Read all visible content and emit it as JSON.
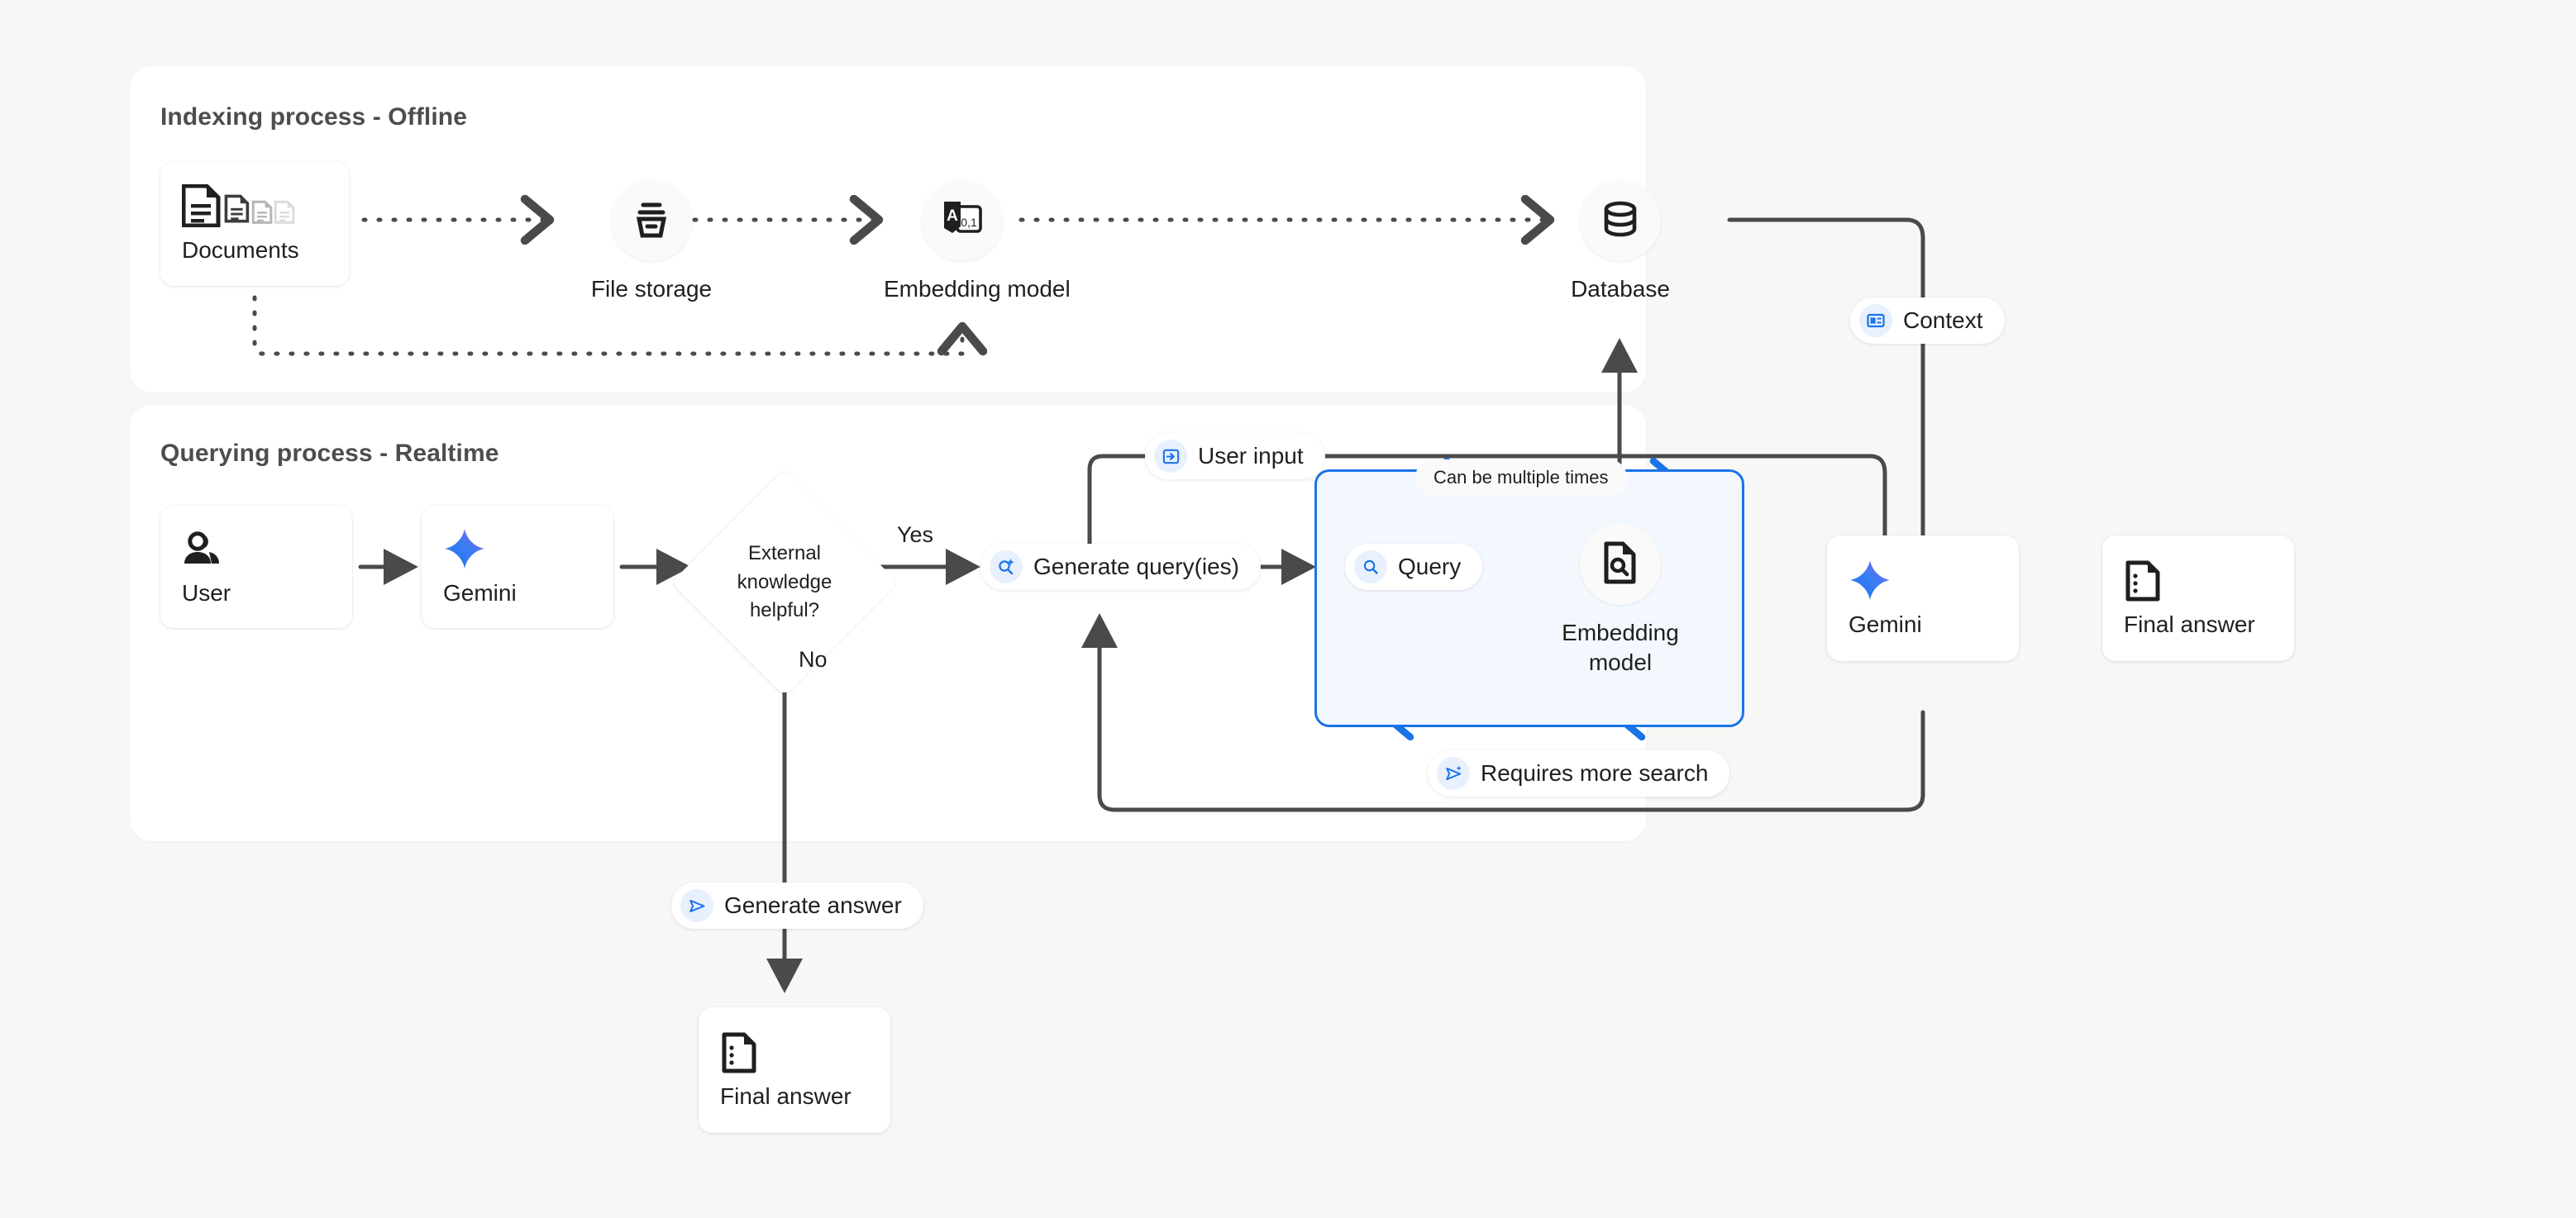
{
  "colors": {
    "background": "#f7f7f5",
    "panel": "#ffffff",
    "stroke": "#4a4a4a",
    "accent_blue": "#1a73e8",
    "loop_fill": "#f3f8fe",
    "chip_icon_bg": "#e8f0fe",
    "text": "#1f1f1f",
    "title_text": "#4d4d4d"
  },
  "panels": [
    {
      "id": "indexing",
      "title": "Indexing process - Offline"
    },
    {
      "id": "querying",
      "title": "Querying process - Realtime"
    }
  ],
  "indexing": {
    "documents": {
      "label": "Documents",
      "icon": "documents-icon"
    },
    "file_storage": {
      "label": "File storage",
      "icon": "file-storage-icon"
    },
    "embedding_model": {
      "label": "Embedding model",
      "icon": "embedding-model-icon"
    },
    "database": {
      "label": "Database",
      "icon": "database-icon"
    }
  },
  "querying": {
    "user": {
      "label": "User",
      "icon": "user-group-icon"
    },
    "gemini_left": {
      "label": "Gemini",
      "icon": "gemini-sparkle-icon"
    },
    "decision": {
      "line1": "External",
      "line2": "knowledge",
      "line3": "helpful?"
    },
    "yes_label": "Yes",
    "no_label": "No",
    "generate_queries": {
      "label": "Generate query(ies)",
      "icon": "search-sparkle-icon"
    },
    "loop": {
      "note": "Can be multiple times",
      "query": {
        "label": "Query",
        "icon": "search-icon"
      },
      "embedding_model": {
        "line1": "Embedding",
        "line2": "model",
        "icon": "document-search-icon"
      }
    },
    "gemini_right": {
      "label": "Gemini",
      "icon": "gemini-sparkle-icon"
    },
    "final_answer_right": {
      "label": "Final answer",
      "icon": "answer-doc-icon"
    },
    "user_input_chip": {
      "label": "User input",
      "icon": "input-arrow-icon"
    },
    "requires_more_search_chip": {
      "label": "Requires more search",
      "icon": "send-sparkle-icon"
    }
  },
  "shared": {
    "context_chip": {
      "label": "Context",
      "icon": "context-card-icon"
    },
    "generate_answer_chip": {
      "label": "Generate answer",
      "icon": "send-icon"
    },
    "final_answer_bottom": {
      "label": "Final answer",
      "icon": "answer-doc-icon"
    }
  }
}
